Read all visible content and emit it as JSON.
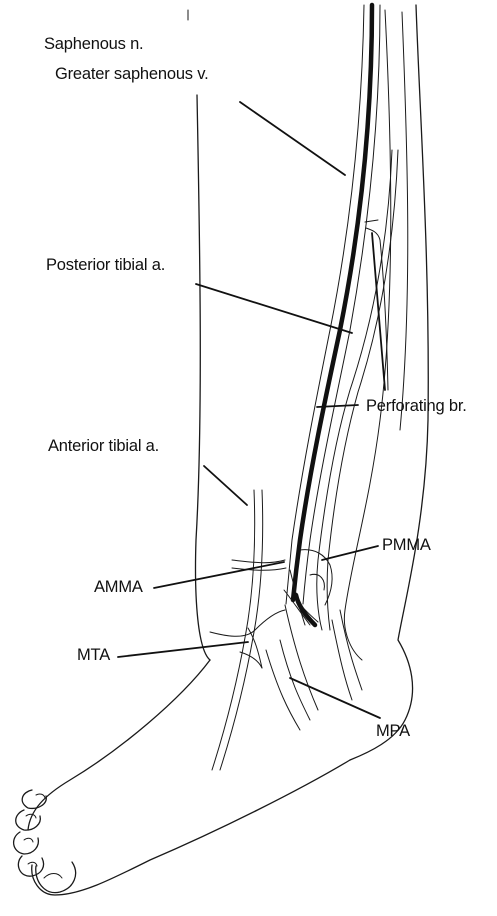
{
  "figure": {
    "labels": {
      "saphenous_n": "Saphenous n.",
      "greater_saphenous_v": "Greater saphenous v.",
      "posterior_tibial_a": "Posterior tibial a.",
      "perforating_br": "Perforating br.",
      "anterior_tibial_a": "Anterior tibial a.",
      "pmma": "PMMA",
      "amma": "AMMA",
      "mta": "MTA",
      "mpa": "MPA"
    },
    "colors": {
      "line": "#111111",
      "background": "#ffffff"
    }
  }
}
